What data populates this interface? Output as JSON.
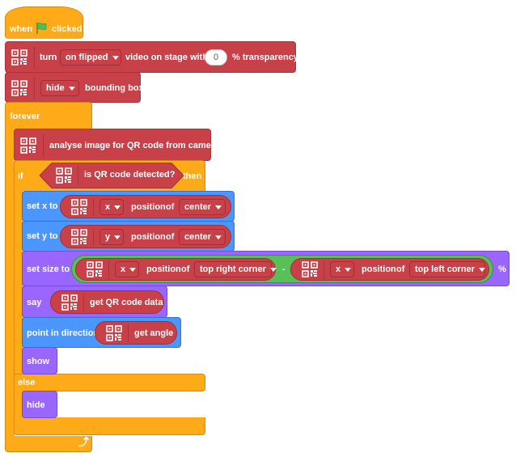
{
  "script": {
    "hat": {
      "when": "when",
      "clicked": "clicked",
      "flag_color": "#4cbf56"
    },
    "turn_video": {
      "turn": "turn",
      "mode": "on flipped",
      "text": "video on stage with",
      "transparency": "0",
      "suffix": "% transparency"
    },
    "bounding_box": {
      "mode": "hide",
      "text": "bounding box"
    },
    "forever": {
      "label": "forever"
    },
    "analyse": {
      "text": "analyse image for QR code from camera"
    },
    "if_else": {
      "if": "if",
      "condition": "is QR code detected?",
      "then": "then",
      "else": "else"
    },
    "set_x": {
      "label": "set x to",
      "coord": "x",
      "position": "position",
      "of": "of",
      "point": "center"
    },
    "set_y": {
      "label": "set y to",
      "coord": "y",
      "position": "position",
      "of": "of",
      "point": "center"
    },
    "set_size": {
      "label": "set size to",
      "left": {
        "coord": "x",
        "position": "position",
        "of": "of",
        "point": "top right corner"
      },
      "operator": "-",
      "right": {
        "coord": "x",
        "position": "position",
        "of": "of",
        "point": "top left corner"
      },
      "suffix": "%"
    },
    "say": {
      "label": "say",
      "reporter": "get QR code data"
    },
    "point_dir": {
      "label": "point in direction",
      "reporter": "get angle"
    },
    "show": {
      "label": "show"
    },
    "hide": {
      "label": "hide"
    },
    "loop_arrow": "⤴"
  },
  "colors": {
    "events": "#ffab19",
    "control": "#ffab19",
    "qr_extension": "#c94148",
    "motion": "#4c97ff",
    "looks": "#9966ff",
    "operators": "#59c059"
  }
}
